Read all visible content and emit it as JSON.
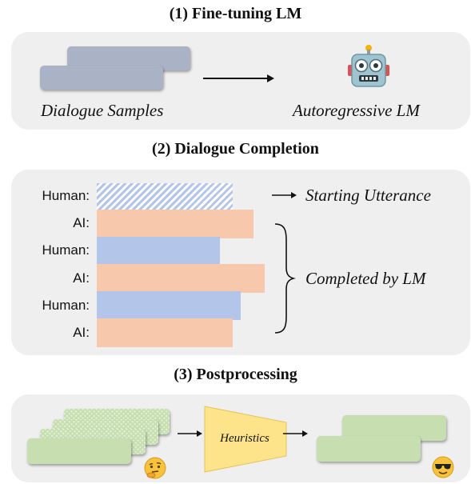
{
  "sections": [
    {
      "title": "(1) Fine-tuning LM"
    },
    {
      "title": "(2) Dialogue Completion"
    },
    {
      "title": "(3) Postprocessing"
    }
  ],
  "finetune": {
    "input_label": "Dialogue Samples",
    "output_label": "Autoregressive LM",
    "robot_icon": "robot-icon"
  },
  "completion": {
    "turns": [
      {
        "speaker": "Human:",
        "kind": "human-start"
      },
      {
        "speaker": "AI:",
        "kind": "ai"
      },
      {
        "speaker": "Human:",
        "kind": "human"
      },
      {
        "speaker": "AI:",
        "kind": "ai"
      },
      {
        "speaker": "Human:",
        "kind": "human"
      },
      {
        "speaker": "AI:",
        "kind": "ai"
      }
    ],
    "starting_label": "Starting Utterance",
    "completed_label": "Completed by LM"
  },
  "postprocess": {
    "filter_label": "Heuristics",
    "before_icon": "thinking-face-icon",
    "after_icon": "cool-face-icon"
  },
  "colors": {
    "panel": "#efefef",
    "sample_card": "#aab3c5",
    "human_bar": "#b3c5e8",
    "ai_bar": "#f8c8ad",
    "post_card": "#c7dfb0",
    "heuristics": "#fde48a"
  }
}
